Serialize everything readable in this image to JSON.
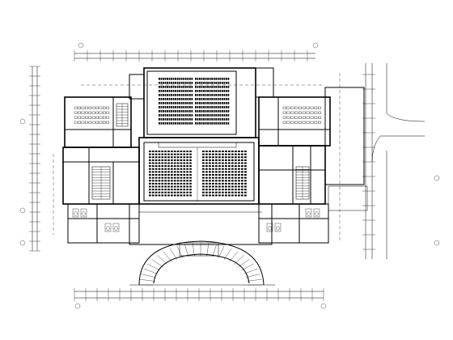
{
  "drawing": {
    "background": "#ffffff",
    "line_color": "#000000",
    "rooms": [
      {
        "id": "lecture-hall-upper",
        "seat_rows": 12,
        "seats_per_row": 34
      },
      {
        "id": "auditorium-left",
        "seat_rows": 16,
        "seats_per_row": 14
      },
      {
        "id": "auditorium-right",
        "seat_rows": 16,
        "seats_per_row": 14
      },
      {
        "id": "classroom-left",
        "desk_rows": 4,
        "desks_per_row": 10
      },
      {
        "id": "classroom-right",
        "desk_rows": 4,
        "desks_per_row": 10
      }
    ]
  }
}
